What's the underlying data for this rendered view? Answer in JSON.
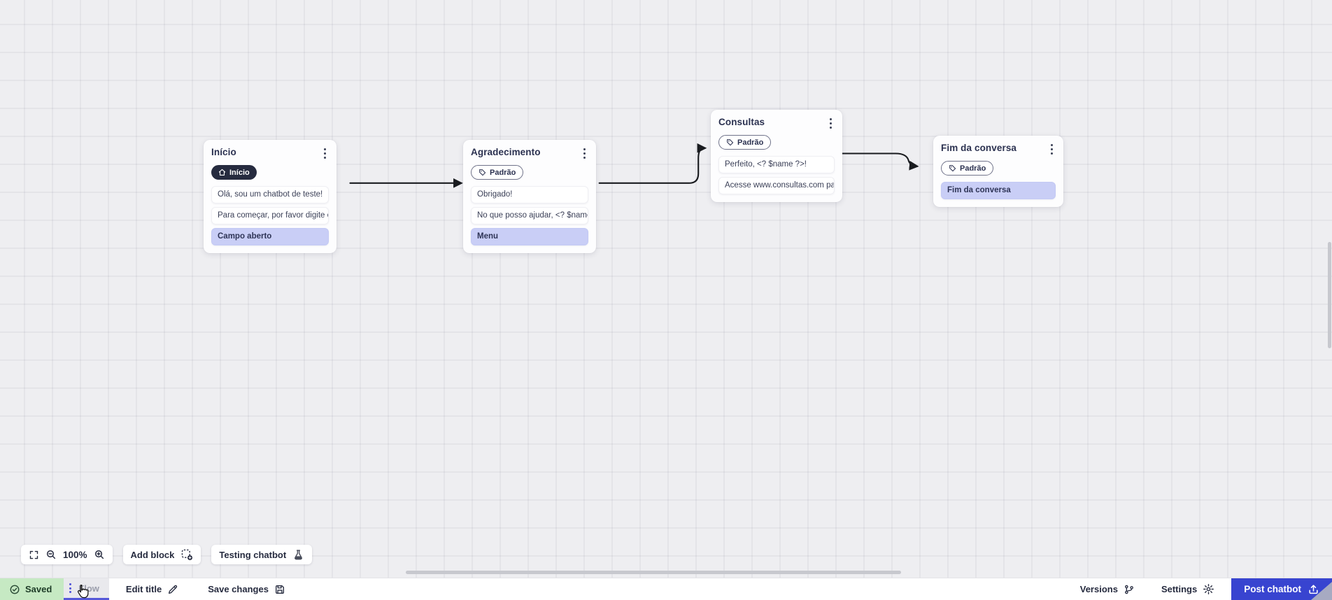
{
  "canvas": {
    "nodes": [
      {
        "title": "Início",
        "badge": {
          "icon": "home-icon",
          "label": "Início"
        },
        "blocks": [
          "Olá, sou um chatbot de teste!",
          "Para começar, por favor digite o ...",
          "Campo aberto"
        ]
      },
      {
        "title": "Agradecimento",
        "badge": {
          "icon": "tag-icon",
          "label": "Padrão"
        },
        "blocks": [
          "Obrigado!",
          "No que posso ajudar, <? $name ...",
          "Menu"
        ]
      },
      {
        "title": "Consultas",
        "badge": {
          "icon": "tag-icon",
          "label": "Padrão"
        },
        "blocks": [
          "Perfeito, <? $name ?>!",
          "Acesse www.consultas.com par..."
        ]
      },
      {
        "title": "Fim da conversa",
        "badge": {
          "icon": "tag-icon",
          "label": "Padrão"
        },
        "blocks": [
          "Fim da conversa"
        ]
      }
    ]
  },
  "toolbar": {
    "zoom_level": "100%",
    "add_block": "Add block",
    "testing_chatbot": "Testing chatbot"
  },
  "statusbar": {
    "saved": "Saved",
    "flow_tab": "Flow",
    "edit_title": "Edit title",
    "save_changes": "Save changes",
    "versions": "Versions",
    "settings": "Settings",
    "post_chatbot": "Post chatbot"
  },
  "colors": {
    "accent_blue": "#3844d0",
    "tab_underline": "#5558d8",
    "saved_green": "#c6e9c3",
    "lavender_block": "#c9cef6",
    "dark_badge": "#262b3f",
    "arrow": "#191b1f"
  }
}
